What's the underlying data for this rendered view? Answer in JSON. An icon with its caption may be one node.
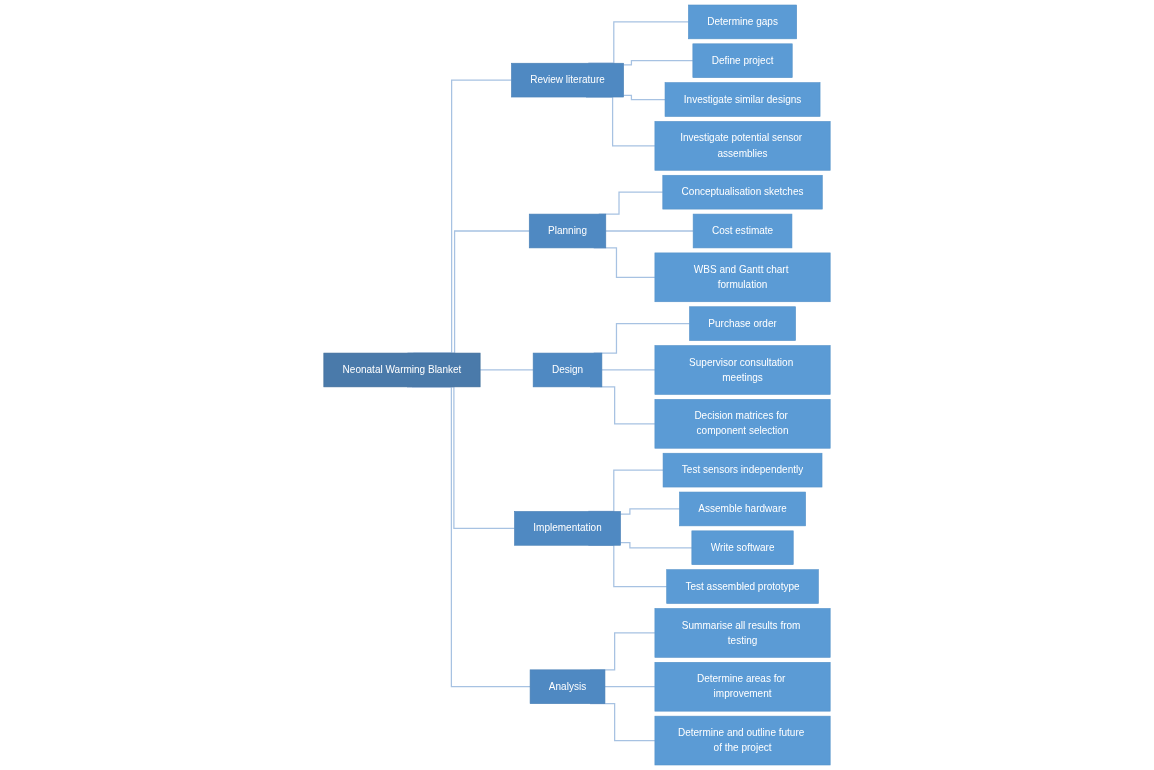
{
  "diagram": {
    "nodes": [
      {
        "text": [
          "Neonatal Warming Blanket"
        ]
      },
      {
        "text": [
          "Review literature"
        ]
      },
      {
        "text": [
          "Planning"
        ]
      },
      {
        "text": [
          "Design"
        ]
      },
      {
        "text": [
          "Implementation"
        ]
      },
      {
        "text": [
          "Analysis"
        ]
      },
      {
        "text": [
          "Determine gaps"
        ]
      },
      {
        "text": [
          "Define project"
        ]
      },
      {
        "text": [
          "Investigate similar designs"
        ]
      },
      {
        "text": [
          "Investigate potential sensor assemblies"
        ]
      },
      {
        "text": [
          "Conceptualisation sketches"
        ]
      },
      {
        "text": [
          "Cost estimate"
        ]
      },
      {
        "text": [
          "WBS and Gantt chart formulation"
        ]
      },
      {
        "text": [
          "Purchase order"
        ]
      },
      {
        "text": [
          "Supervisor consultation meetings"
        ]
      },
      {
        "text": [
          "Decision matrices for component selection"
        ]
      },
      {
        "text": [
          "Test sensors independently"
        ]
      },
      {
        "text": [
          "Assemble hardware"
        ]
      },
      {
        "text": [
          "Write software"
        ]
      },
      {
        "text": [
          "Test assembled prototype"
        ]
      },
      {
        "text": [
          "Summarise all results from testing"
        ]
      },
      {
        "text": [
          "Determine areas for improvement"
        ]
      },
      {
        "text": [
          "Determine and outline future of the project"
        ]
      }
    ],
    "edges": [
      {
        "from": 0,
        "to": 1,
        "arrow": "none"
      },
      {
        "from": 0,
        "to": 2,
        "arrow": "none"
      },
      {
        "from": 0,
        "to": 3,
        "arrow": "none"
      },
      {
        "from": 0,
        "to": 4,
        "arrow": "none"
      },
      {
        "from": 0,
        "to": 5,
        "arrow": "none"
      },
      {
        "from": 1,
        "to": 6,
        "arrow": "none"
      },
      {
        "from": 1,
        "to": 7,
        "arrow": "none"
      },
      {
        "from": 1,
        "to": 8,
        "arrow": "none"
      },
      {
        "from": 1,
        "to": 9,
        "arrow": "none"
      },
      {
        "from": 2,
        "to": 10,
        "arrow": "none"
      },
      {
        "from": 2,
        "to": 11,
        "arrow": "none"
      },
      {
        "from": 2,
        "to": 12,
        "arrow": "none"
      },
      {
        "from": 3,
        "to": 13,
        "arrow": "none"
      },
      {
        "from": 3,
        "to": 14,
        "arrow": "none"
      },
      {
        "from": 3,
        "to": 15,
        "arrow": "none"
      },
      {
        "from": 4,
        "to": 16,
        "arrow": "none"
      },
      {
        "from": 4,
        "to": 17,
        "arrow": "none"
      },
      {
        "from": 4,
        "to": 18,
        "arrow": "none"
      },
      {
        "from": 4,
        "to": 19,
        "arrow": "none"
      },
      {
        "from": 5,
        "to": 20,
        "arrow": "none"
      },
      {
        "from": 5,
        "to": 21,
        "arrow": "none"
      },
      {
        "from": 5,
        "to": 22,
        "arrow": "none"
      }
    ]
  }
}
